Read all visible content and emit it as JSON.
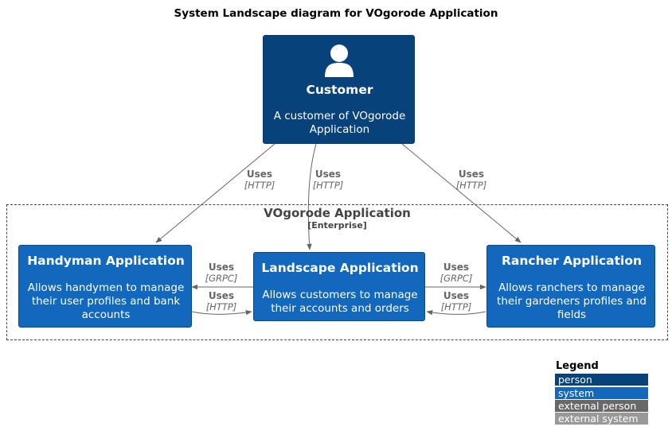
{
  "title": "System Landscape diagram for VOgorode Application",
  "customer": {
    "name": "Customer",
    "description": [
      "A customer of VOgorode",
      "Application"
    ]
  },
  "boundary": {
    "name": "VOgorode Application",
    "type": "[Enterprise]"
  },
  "systems": {
    "handyman": {
      "name": "Handyman Application",
      "description": [
        "Allows handymen to manage",
        "their user profiles and bank",
        "accounts"
      ]
    },
    "landscape": {
      "name": "Landscape Application",
      "description": [
        "Allows customers to manage",
        "their accounts and orders"
      ]
    },
    "rancher": {
      "name": "Rancher Application",
      "description": [
        "Allows ranchers to manage",
        "their gardeners profiles and",
        "fields"
      ]
    }
  },
  "relations": {
    "customer_handyman": {
      "label": "Uses",
      "tech": "[HTTP]"
    },
    "customer_landscape": {
      "label": "Uses",
      "tech": "[HTTP]"
    },
    "customer_rancher": {
      "label": "Uses",
      "tech": "[HTTP]"
    },
    "landscape_handyman": {
      "label": "Uses",
      "tech": "[GRPC]"
    },
    "handyman_landscape": {
      "label": "Uses",
      "tech": "[HTTP]"
    },
    "landscape_rancher": {
      "label": "Uses",
      "tech": "[GRPC]"
    },
    "rancher_landscape": {
      "label": "Uses",
      "tech": "[HTTP]"
    }
  },
  "legend": {
    "title": "Legend",
    "items": [
      {
        "label": "person",
        "color": "#08427b"
      },
      {
        "label": "system",
        "color": "#1168bd"
      },
      {
        "label": "external person",
        "color": "#686868"
      },
      {
        "label": "external system",
        "color": "#999999"
      }
    ]
  },
  "colors": {
    "person": "#08427b",
    "system": "#1168bd",
    "arrow": "#666666"
  }
}
